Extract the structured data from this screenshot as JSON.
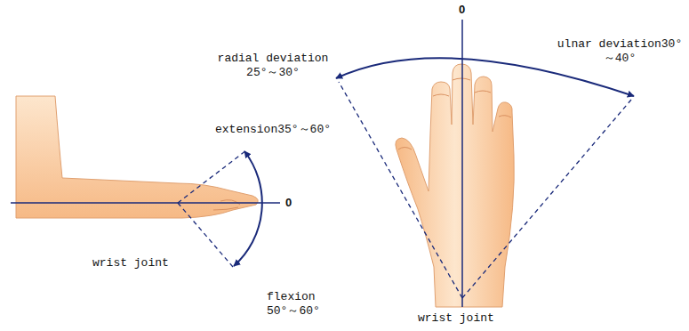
{
  "diagram": {
    "labels": [
      "extension35°～60°",
      "0",
      "wrist joint",
      "flexion 50°～60°",
      "radial deviation 25°～30°",
      "0",
      "ulnar deviation30°～40°",
      "wrist joint"
    ]
  }
}
